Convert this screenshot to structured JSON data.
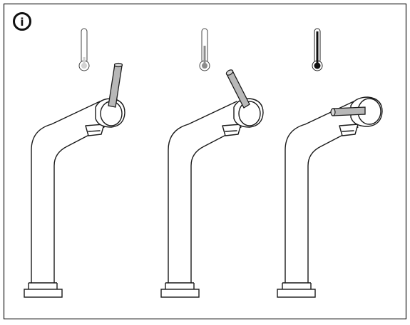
{
  "figure": {
    "info_icon": {
      "glyph": "i",
      "icon": "info-icon"
    },
    "panels": [
      {
        "temperature": "cold",
        "lever": "upright",
        "icon": "thermometer-low-icon"
      },
      {
        "temperature": "medium",
        "lever": "tilted",
        "icon": "thermometer-mid-icon"
      },
      {
        "temperature": "hot",
        "lever": "horizontal",
        "icon": "thermometer-high-icon"
      }
    ],
    "colors": {
      "line": "#1a1a1a",
      "lever_fill": "#b8b8b8",
      "mercury_cold": "#d2d2d2",
      "mercury_mid": "#8c8c8c",
      "mercury_hot": "#111111"
    }
  }
}
